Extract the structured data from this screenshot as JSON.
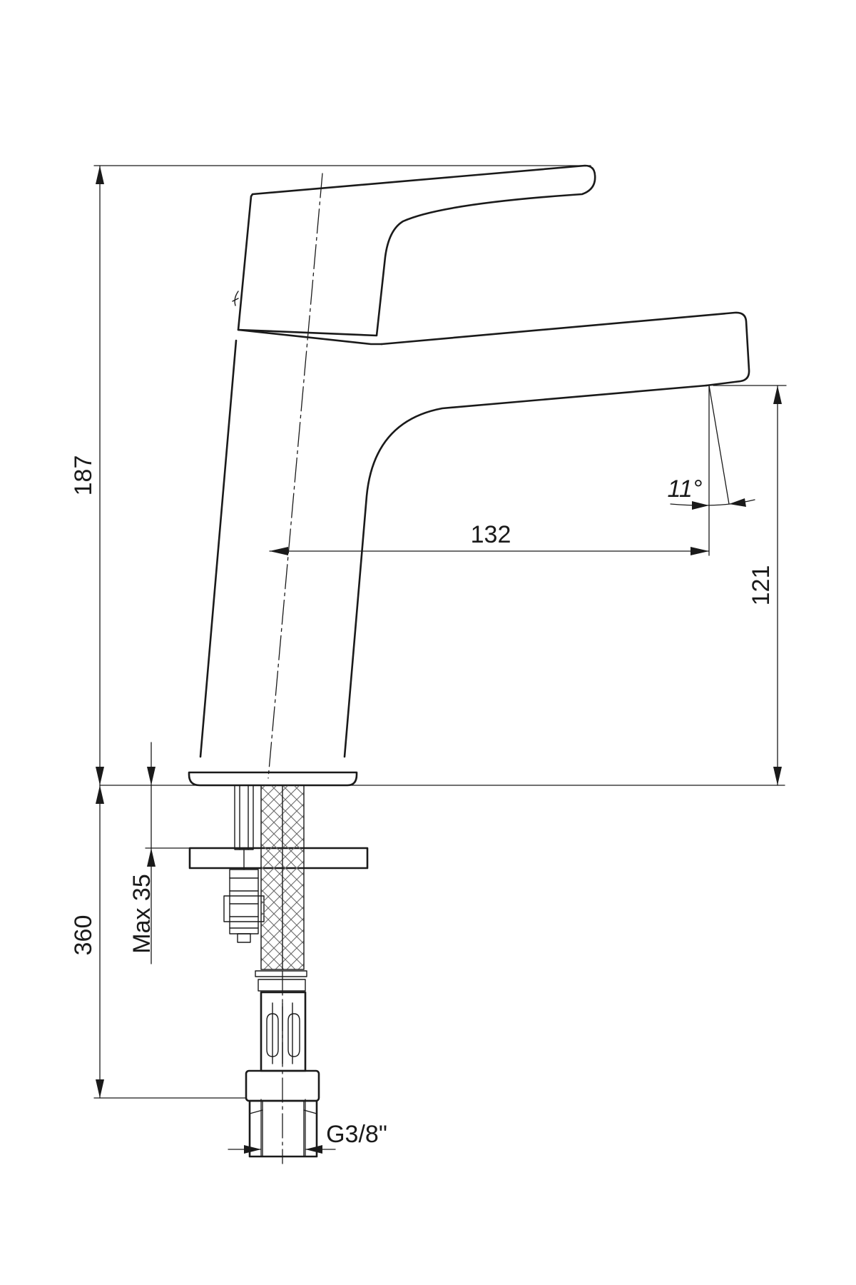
{
  "dimensions": {
    "total_height": "187",
    "spout_height": "121",
    "spout_reach": "132",
    "spout_angle": "11°",
    "below_deck_length": "360",
    "max_deck_thickness": "Max 35",
    "connection_thread": "G3/8\""
  }
}
